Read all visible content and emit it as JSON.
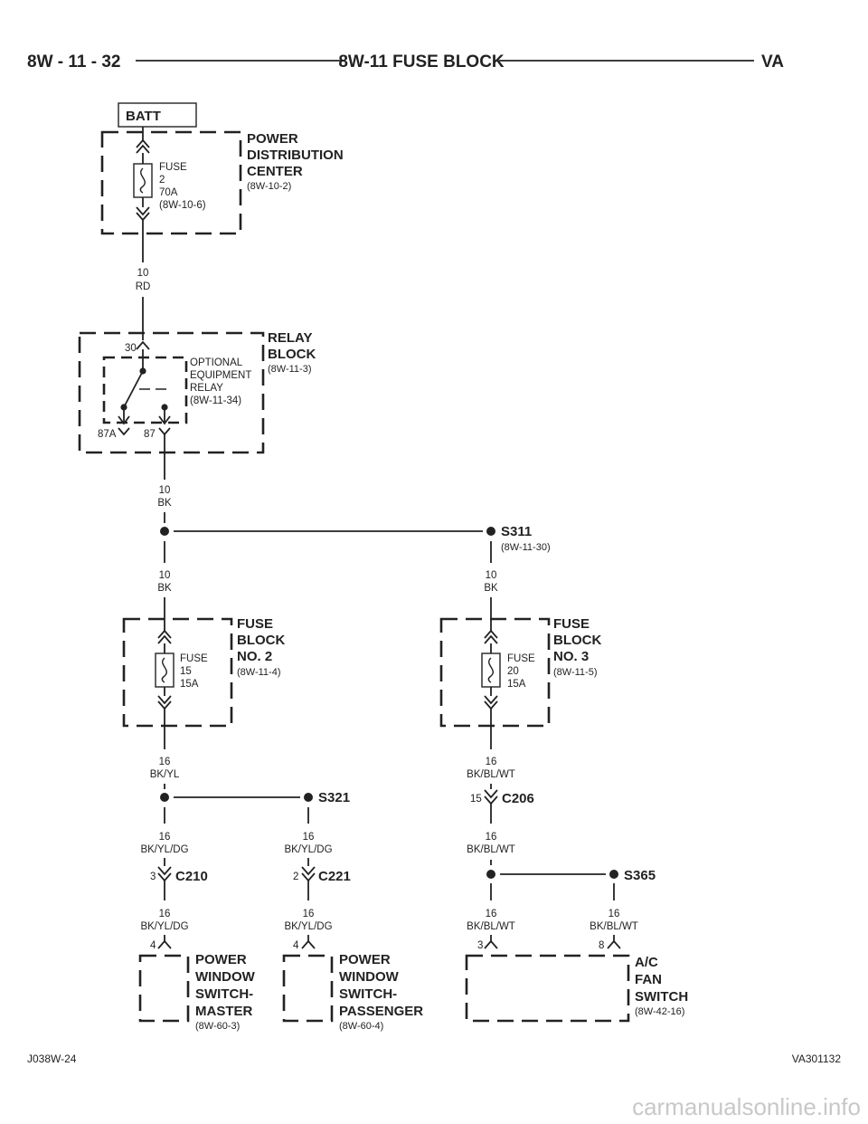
{
  "header": {
    "left": "8W - 11 - 32",
    "center": "8W-11 FUSE BLOCK",
    "right": "VA"
  },
  "footer": {
    "left": "J038W-24",
    "right": "VA301132"
  },
  "watermark": "carmanualsonline.info",
  "batt": "BATT",
  "pdc": {
    "title": [
      "POWER",
      "DISTRIBUTION",
      "CENTER"
    ],
    "ref": "(8W-10-2)",
    "fuse": [
      "FUSE",
      "2",
      "70A",
      "(8W-10-6)"
    ]
  },
  "wire_batt_out": [
    "10",
    "RD"
  ],
  "relay_block": {
    "title": [
      "RELAY",
      "BLOCK"
    ],
    "ref": "(8W-11-3)",
    "relay": [
      "OPTIONAL",
      "EQUIPMENT",
      "RELAY",
      "(8W-11-34)"
    ],
    "pin_in": "30",
    "pin_nc": "87A",
    "pin_no": "87"
  },
  "wire_relay_out": [
    "10",
    "BK"
  ],
  "s311": {
    "id": "S311",
    "ref": "(8W-11-30)"
  },
  "wire_fb2_in": [
    "10",
    "BK"
  ],
  "wire_fb3_in": [
    "10",
    "BK"
  ],
  "fuse_block_2": {
    "title": [
      "FUSE",
      "BLOCK",
      "NO. 2"
    ],
    "ref": "(8W-11-4)",
    "fuse": [
      "FUSE",
      "15",
      "15A"
    ]
  },
  "fuse_block_3": {
    "title": [
      "FUSE",
      "BLOCK",
      "NO. 3"
    ],
    "ref": "(8W-11-5)",
    "fuse": [
      "FUSE",
      "20",
      "15A"
    ]
  },
  "wire_fb2_out": [
    "16",
    "BK/YL"
  ],
  "wire_fb3_out": [
    "16",
    "BK/BL/WT"
  ],
  "s321": {
    "id": "S321"
  },
  "c206": {
    "id": "C206",
    "pin": "15"
  },
  "wire_s321_left": [
    "16",
    "BK/YL/DG"
  ],
  "wire_s321_right": [
    "16",
    "BK/YL/DG"
  ],
  "wire_c206_out": [
    "16",
    "BK/BL/WT"
  ],
  "c210": {
    "id": "C210",
    "pin": "3"
  },
  "c221": {
    "id": "C221",
    "pin": "2"
  },
  "s365": {
    "id": "S365"
  },
  "wire_c210_out": [
    "16",
    "BK/YL/DG"
  ],
  "wire_c221_out": [
    "16",
    "BK/YL/DG"
  ],
  "wire_s365_left": [
    "16",
    "BK/BL/WT"
  ],
  "wire_s365_right": [
    "16",
    "BK/BL/WT"
  ],
  "pws_master": {
    "title": [
      "POWER",
      "WINDOW",
      "SWITCH-",
      "MASTER"
    ],
    "ref": "(8W-60-3)",
    "pin": "4"
  },
  "pws_passenger": {
    "title": [
      "POWER",
      "WINDOW",
      "SWITCH-",
      "PASSENGER"
    ],
    "ref": "(8W-60-4)",
    "pin": "4"
  },
  "ac_fan": {
    "title": [
      "A/C",
      "FAN",
      "SWITCH"
    ],
    "ref": "(8W-42-16)",
    "pin_a": "3",
    "pin_b": "8"
  }
}
